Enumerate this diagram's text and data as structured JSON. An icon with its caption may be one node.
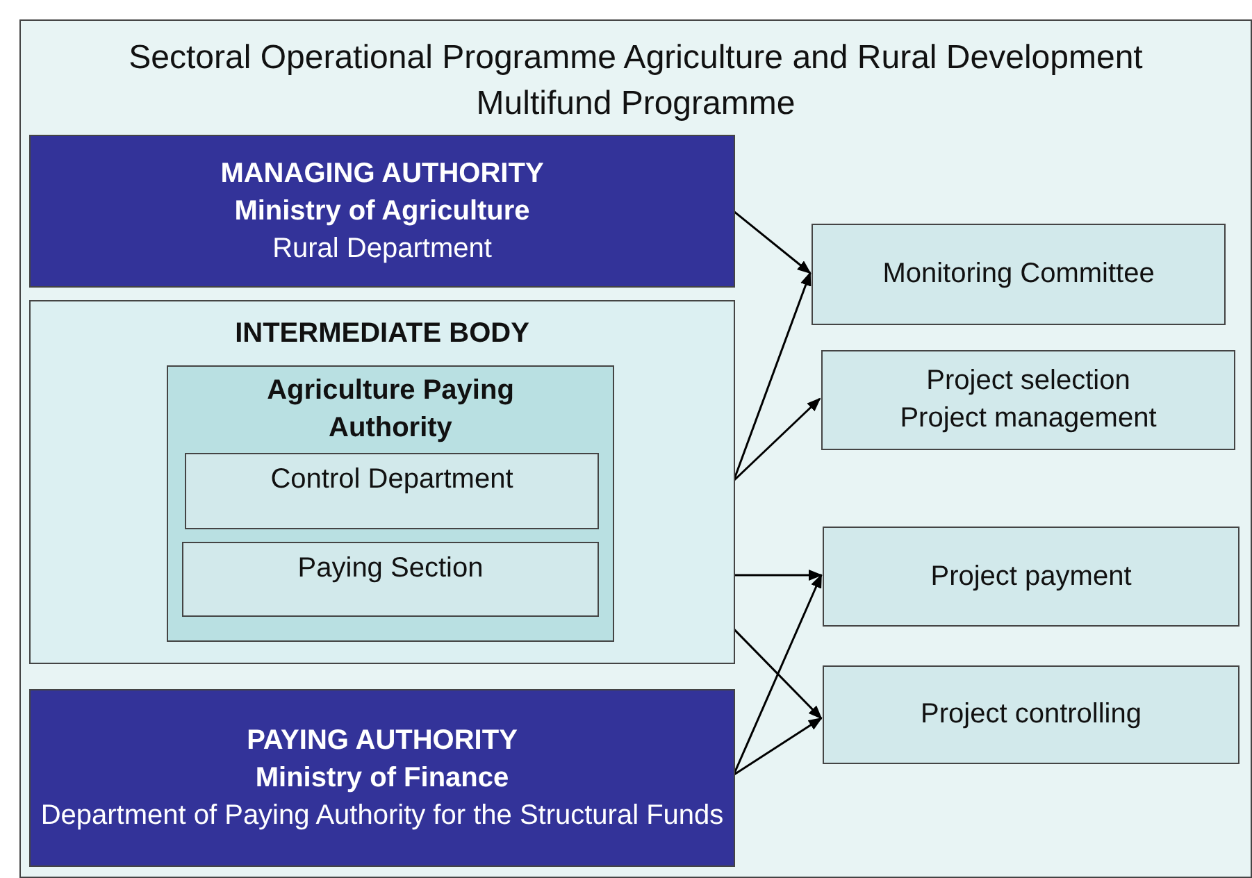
{
  "diagram": {
    "title": "Sectoral Operational Programme Agriculture and Rural Development Multifund Programme",
    "nodes": [
      {
        "text": [
          "MANAGING AUTHORITY",
          "Ministry of Agriculture",
          "Rural Department"
        ]
      },
      {
        "text": [
          "INTERMEDIATE BODY"
        ]
      },
      {
        "text": [
          "Agriculture Paying Authority"
        ],
        "in": 1
      },
      {
        "text": [
          "Control Department"
        ],
        "in": 2
      },
      {
        "text": [
          "Paying Section"
        ],
        "in": 2
      },
      {
        "text": [
          "PAYING AUTHORITY",
          "Ministry of Finance",
          "Department of Paying Authority for the Structural Funds"
        ]
      },
      {
        "text": [
          "Monitoring Committee"
        ]
      },
      {
        "text": [
          "Project selection",
          "Project management"
        ]
      },
      {
        "text": [
          "Project payment"
        ]
      },
      {
        "text": [
          "Project controlling"
        ]
      }
    ],
    "edges": [
      {
        "from": 0,
        "to": 6,
        "arrow": "to"
      },
      {
        "from": 1,
        "to": 6,
        "arrow": "to"
      },
      {
        "from": 1,
        "to": 7,
        "arrow": "to"
      },
      {
        "from": 4,
        "to": 8,
        "arrow": "to"
      },
      {
        "from": 3,
        "to": 9,
        "arrow": "to"
      },
      {
        "from": 5,
        "to": 8,
        "arrow": "to"
      },
      {
        "from": 5,
        "to": 9,
        "arrow": "to"
      }
    ]
  }
}
